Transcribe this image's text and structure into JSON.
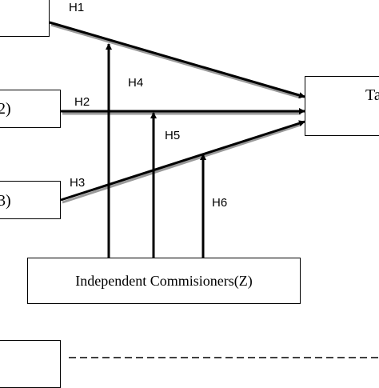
{
  "diagram": {
    "boxes": {
      "x2": {
        "text": "2)"
      },
      "x3": {
        "text": "3)"
      },
      "y": {
        "text": "Ta"
      },
      "z": {
        "text": "Independent Commisioners(Z)"
      }
    },
    "hypotheses": {
      "h1": "H1",
      "h2": "H2",
      "h3": "H3",
      "h4": "H4",
      "h5": "H5",
      "h6": "H6"
    },
    "colors": {
      "line": "#000000",
      "shadow": "#9a9a9a"
    }
  }
}
